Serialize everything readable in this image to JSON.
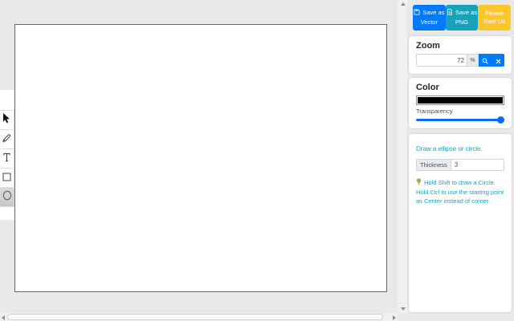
{
  "top_buttons": {
    "save_vector": "Save as Vector",
    "save_png": "Save as PNG",
    "rate_us": "Please Rate Us"
  },
  "zoom_card": {
    "title": "Zoom",
    "value": "72",
    "unit_label": "%"
  },
  "color_card": {
    "title": "Color",
    "selected_color": "#000000",
    "transparency_label": "Transparency",
    "transparency_value": "100"
  },
  "shape_card": {
    "instruction": "Draw a ellipse or circle.",
    "thickness_label": "Thickness",
    "thickness_value": "3",
    "tip": "Hold Shift to draw a Circle. Hold Ctrl to use the starting point as Center instead of corner."
  },
  "left_toolbar": {
    "tools": [
      {
        "id": "select",
        "icon": "cursor-icon",
        "active": false
      },
      {
        "id": "pencil",
        "icon": "pencil-icon",
        "active": false
      },
      {
        "id": "text",
        "icon": "text-icon",
        "active": false
      },
      {
        "id": "rectangle",
        "icon": "rectangle-icon",
        "active": false
      },
      {
        "id": "ellipse",
        "icon": "ellipse-icon",
        "active": true
      }
    ]
  },
  "colors": {
    "primary_blue": "#007bff",
    "info_teal": "#17a2b8",
    "warning_yellow": "#fdc62a",
    "canvas_background": "#ffffff",
    "page_background": "#e9e9e9"
  }
}
